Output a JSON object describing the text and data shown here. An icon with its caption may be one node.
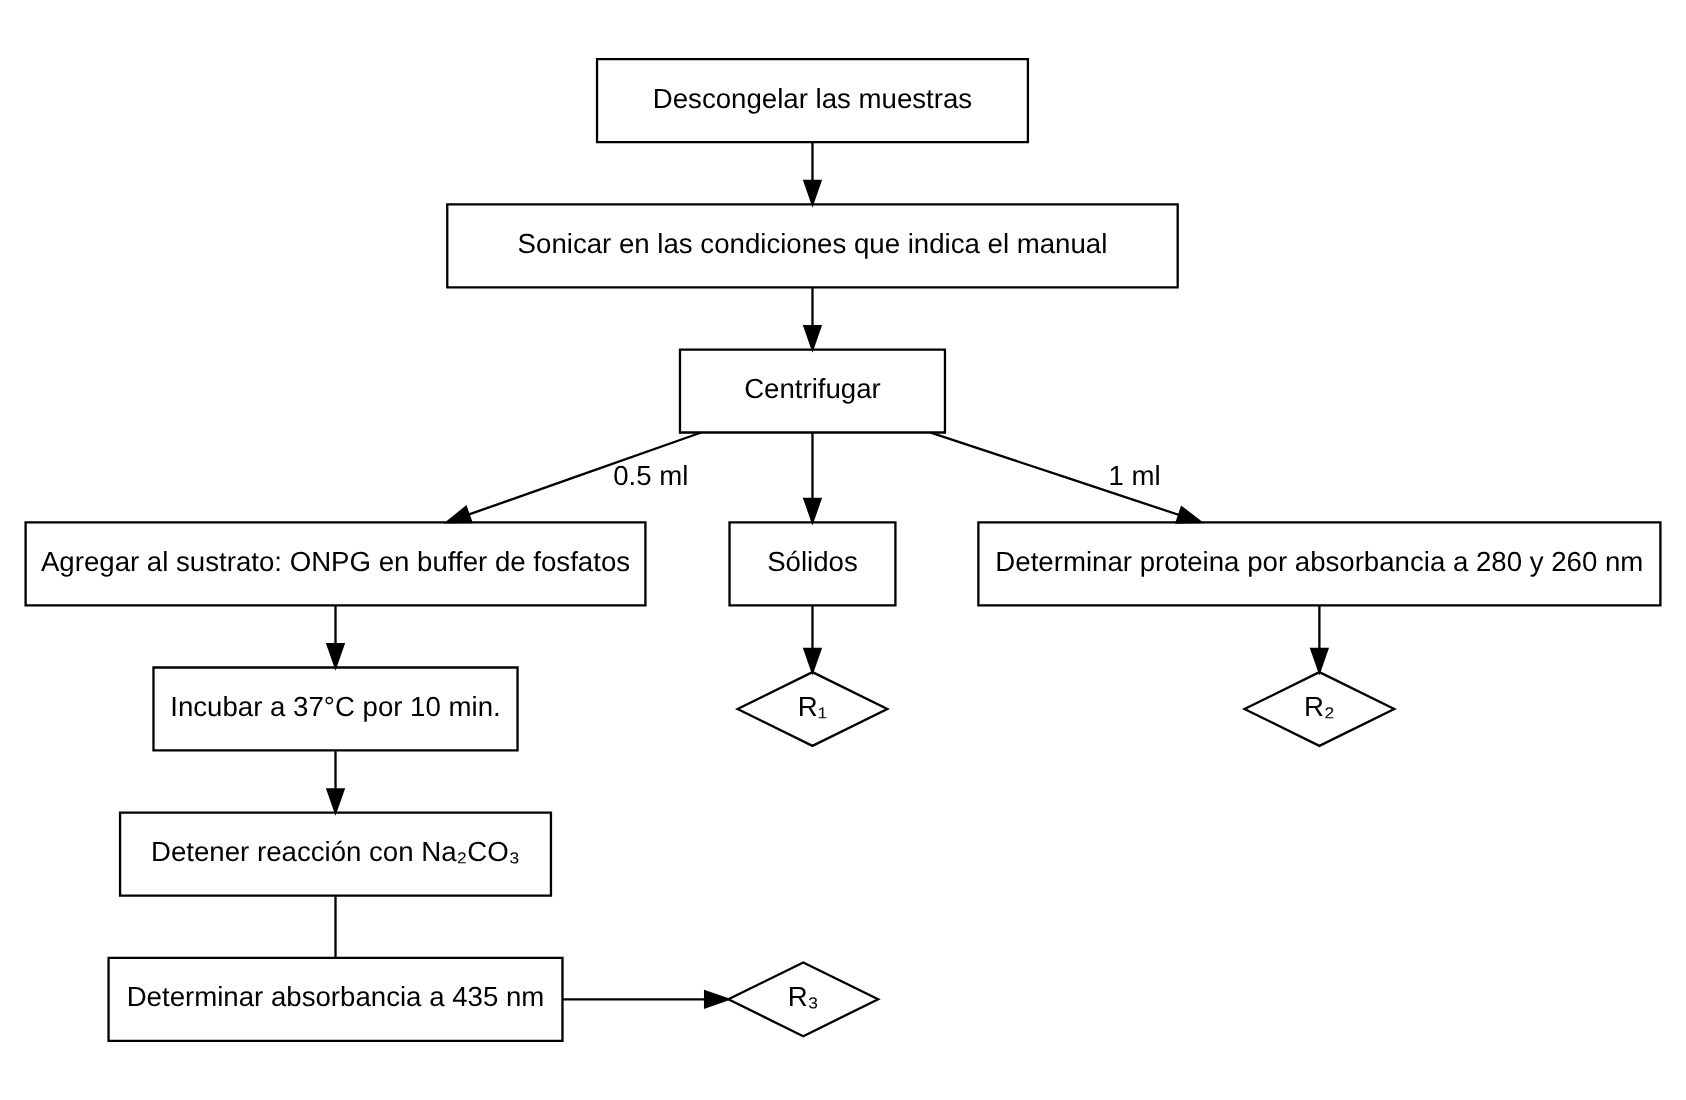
{
  "diagram": {
    "nodes": [
      {
        "text": [
          "Descongelar las muestras"
        ]
      },
      {
        "text": [
          "Sonicar en las condiciones que indica el manual"
        ]
      },
      {
        "text": [
          "Centrifugar"
        ]
      },
      {
        "text": [
          "Agregar al sustrato: ONPG en buffer de fosfatos"
        ]
      },
      {
        "text": [
          "Sólidos"
        ]
      },
      {
        "text": [
          "Determinar proteina por absorbancia a 280 y 260 nm"
        ]
      },
      {
        "text": [
          "R₁"
        ]
      },
      {
        "text": [
          "R₂"
        ]
      },
      {
        "text": [
          "Incubar a 37°C por 10 min."
        ]
      },
      {
        "text": [
          "Detener reacción con Na₂CO₃"
        ]
      },
      {
        "text": [
          "Determinar absorbancia a 435 nm"
        ]
      },
      {
        "text": [
          "R₃"
        ]
      }
    ],
    "edges": [
      {
        "from": 0,
        "to": 1,
        "arrow": "to"
      },
      {
        "from": 1,
        "to": 2,
        "arrow": "to"
      },
      {
        "from": 2,
        "to": 3,
        "arrow": "to",
        "label": "0.5 ml"
      },
      {
        "from": 2,
        "to": 4,
        "arrow": "to"
      },
      {
        "from": 2,
        "to": 5,
        "arrow": "to",
        "label": "1 ml"
      },
      {
        "from": 4,
        "to": 6,
        "arrow": "to"
      },
      {
        "from": 5,
        "to": 7,
        "arrow": "to"
      },
      {
        "from": 3,
        "to": 8,
        "arrow": "to"
      },
      {
        "from": 8,
        "to": 9,
        "arrow": "to"
      },
      {
        "from": 9,
        "to": 10,
        "arrow": "none"
      },
      {
        "from": 10,
        "to": 11,
        "arrow": "to"
      }
    ]
  }
}
